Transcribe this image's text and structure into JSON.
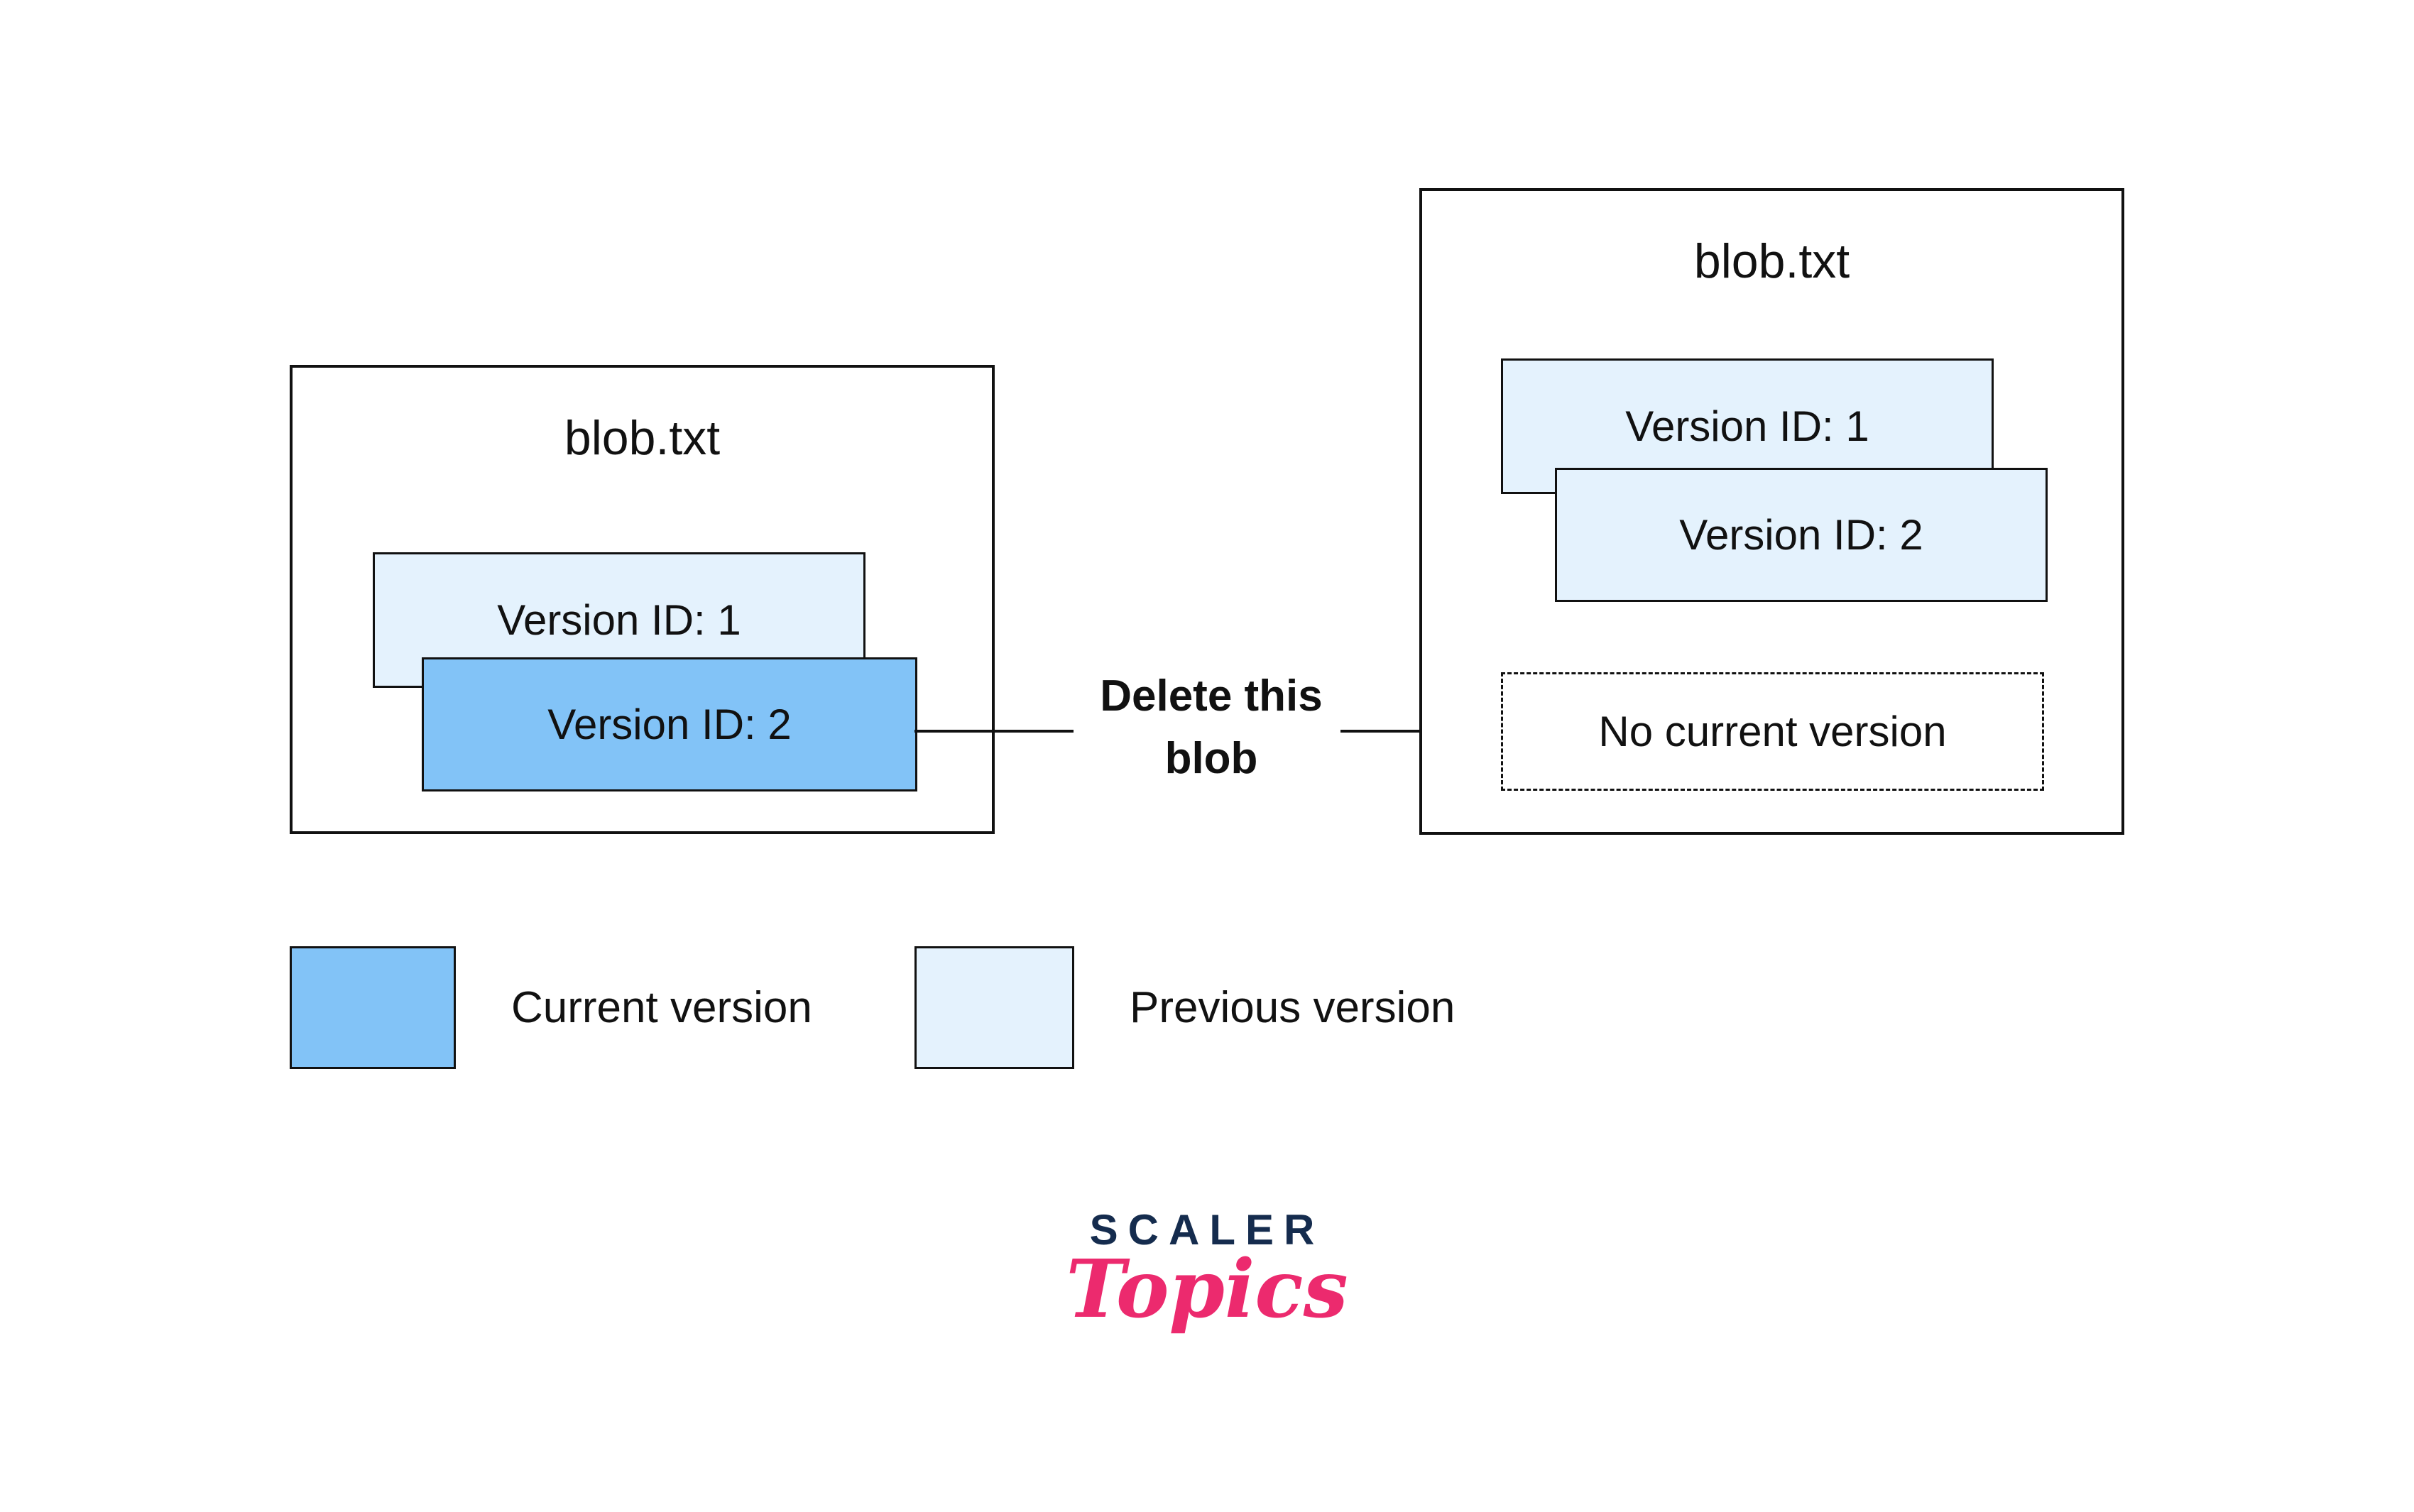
{
  "diagram": {
    "left_box": {
      "title": "blob.txt",
      "versions": [
        {
          "label": "Version ID: 1",
          "state": "previous"
        },
        {
          "label": "Version ID: 2",
          "state": "current"
        }
      ]
    },
    "arrow": {
      "label": "Delete this blob"
    },
    "right_box": {
      "title": "blob.txt",
      "versions": [
        {
          "label": "Version ID: 1",
          "state": "previous"
        },
        {
          "label": "Version ID: 2",
          "state": "previous"
        }
      ],
      "placeholder": "No current version"
    },
    "legend": [
      {
        "label": "Current version",
        "swatch": "current"
      },
      {
        "label": "Previous version",
        "swatch": "previous"
      }
    ],
    "colors": {
      "current_version": "#82C3F7",
      "previous_version": "#E4F2FD",
      "border": "#111111",
      "background": "#FFFFFF"
    }
  },
  "logo": {
    "brand": "SCALER",
    "sub": "Topics",
    "brand_color": "#152C4E",
    "sub_color": "#EC2A6E"
  }
}
